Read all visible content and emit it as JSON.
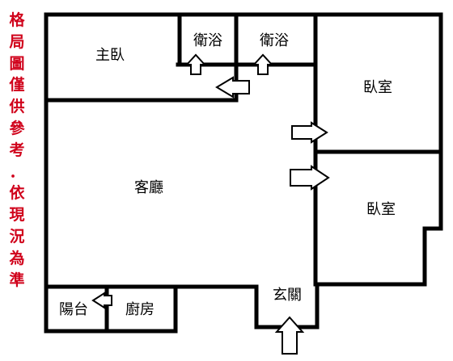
{
  "disclaimer": {
    "chars": [
      "格",
      "局",
      "圖",
      "僅",
      "供",
      "參",
      "考",
      "．",
      "依",
      "現",
      "況",
      "為",
      "準"
    ],
    "color": "#d0021b"
  },
  "rooms": {
    "master_bedroom": "主臥",
    "bathroom_1": "衛浴",
    "bathroom_2": "衛浴",
    "bedroom_1": "臥室",
    "bedroom_2": "臥室",
    "living_room": "客廳",
    "balcony": "陽台",
    "kitchen": "廚房",
    "entrance": "玄關"
  }
}
